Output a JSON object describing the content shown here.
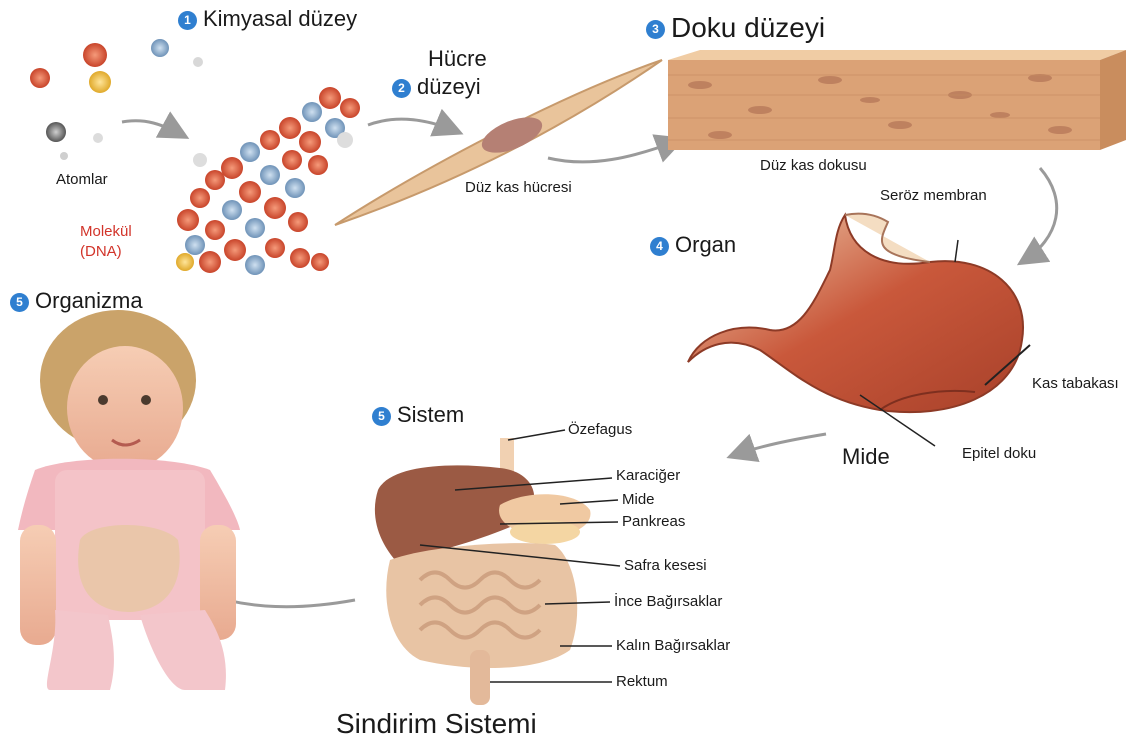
{
  "levels": {
    "chemical": {
      "number": "1",
      "title": "Kimyasal düzey",
      "atoms_label": "Atomlar",
      "molecule_label": "Molekül (DNA)"
    },
    "cell": {
      "number": "2",
      "title_line1": "Hücre",
      "title_line2": "düzeyi",
      "caption": "Düz kas hücresi"
    },
    "tissue": {
      "number": "3",
      "title": "Doku düzeyi",
      "caption": "Düz kas dokusu"
    },
    "organ": {
      "number": "4",
      "title": "Organ",
      "labels": {
        "serous": "Seröz membran",
        "muscle_layer": "Kas tabakası",
        "stomach": "Mide",
        "epithelial": "Epitel doku"
      }
    },
    "system": {
      "number": "5",
      "title": "Sistem",
      "caption": "Sindirim Sistemi",
      "parts": [
        "Özefagus",
        "Karaciğer",
        "Mide",
        "Pankreas",
        "Safra kesesi",
        "İnce Bağırsaklar",
        "Kalın Bağırsaklar",
        "Rektum"
      ]
    },
    "organism": {
      "number": "5",
      "title": "Organizma"
    }
  },
  "colors": {
    "badge": "#2f7fd0",
    "molecule_text": "#d2342a",
    "muscle": "#c8553a",
    "tissue": "#d9a577"
  }
}
